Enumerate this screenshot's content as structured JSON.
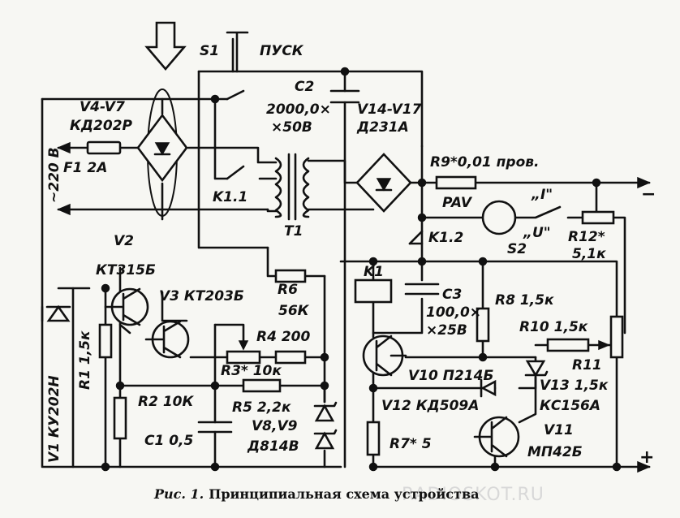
{
  "caption": {
    "prefix": "Рис. 1.",
    "text": "Принципиальная схема устройства"
  },
  "watermark": "RADIOSKOT.RU",
  "terminals": {
    "minus": "−",
    "plus": "+"
  },
  "labels": {
    "s1": "S1",
    "pusk": "ПУСК",
    "c2_name": "C2",
    "c2_val1": "2000,0×",
    "c2_val2": "×50В",
    "v14_v17": "V14-V17",
    "v14_type": "Д231А",
    "v4_v7": "V4-V7",
    "v4_type": "КД202Р",
    "mains": "~220 В",
    "f1": "F1  2А",
    "k11": "K1.1",
    "t1": "T1",
    "r9": "R9*0,01 пров.",
    "pav": "PAV",
    "i_mode": "„I\"",
    "u_mode": "„U\"",
    "s2": "S2",
    "k12": "K1.2",
    "r12": "R12*",
    "r12_val": "5,1к",
    "v2": "V2",
    "v2_type": "КТ315Б",
    "v3": "V3  КТ203Б",
    "r6": "R6",
    "r6_val": "56К",
    "r4": "R4  200",
    "r3": "R3* 10к",
    "r1": "R1 1,5к",
    "v1": "V1  КУ202Н",
    "r2": "R2  10К",
    "r5": "R5  2,2к",
    "c1": "C1 0,5",
    "v8v9": "V8,V9",
    "v8_type": "Д814В",
    "k1": "K1",
    "c3": "C3",
    "c3_val1": "100,0×",
    "c3_val2": "×25В",
    "r8": "R8  1,5к",
    "r10": "R10 1,5к",
    "r11": "R11",
    "v10": "V10  П214Б",
    "v13": "V13  1,5к",
    "v13_type": "КС156А",
    "v12": "V12  КД509А",
    "r7": "R7* 5",
    "v11": "V11",
    "v11_type": "МП42Б"
  }
}
